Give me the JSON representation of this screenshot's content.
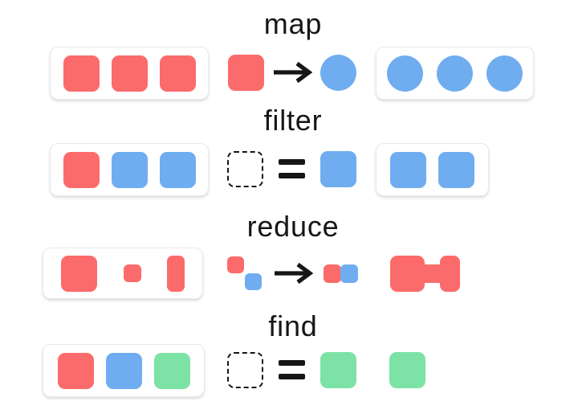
{
  "palette": {
    "red": "#FC6B6B",
    "blue": "#6FADF0",
    "green": "#7CE2A6",
    "ink": "#161616",
    "card_bg": "#FFFFFF",
    "card_border": "#E9E9E9"
  },
  "rows": [
    {
      "title": "map",
      "input": {
        "card": true,
        "items": [
          {
            "type": "square",
            "color": "red"
          },
          {
            "type": "square",
            "color": "red"
          },
          {
            "type": "square",
            "color": "red"
          }
        ]
      },
      "op": {
        "items": [
          {
            "type": "square",
            "color": "red"
          },
          {
            "type": "symbol",
            "symbol": "arrow"
          },
          {
            "type": "circle",
            "color": "blue"
          }
        ]
      },
      "output": {
        "card": true,
        "items": [
          {
            "type": "circle",
            "color": "blue"
          },
          {
            "type": "circle",
            "color": "blue"
          },
          {
            "type": "circle",
            "color": "blue"
          }
        ]
      }
    },
    {
      "title": "filter",
      "input": {
        "card": true,
        "items": [
          {
            "type": "square",
            "color": "red"
          },
          {
            "type": "square",
            "color": "blue"
          },
          {
            "type": "square",
            "color": "blue"
          }
        ]
      },
      "op": {
        "items": [
          {
            "type": "dashed-square"
          },
          {
            "type": "symbol",
            "symbol": "equals"
          },
          {
            "type": "square",
            "color": "blue"
          }
        ]
      },
      "output": {
        "card": true,
        "items": [
          {
            "type": "square",
            "color": "blue"
          },
          {
            "type": "square",
            "color": "blue"
          }
        ]
      }
    },
    {
      "title": "reduce",
      "input": {
        "card": true,
        "items": [
          {
            "type": "square",
            "color": "red"
          },
          {
            "type": "small-square",
            "color": "red"
          },
          {
            "type": "tall-rect",
            "color": "red"
          }
        ]
      },
      "op": {
        "items": [
          {
            "type": "diagonal-pair",
            "colors": [
              "red",
              "blue"
            ]
          },
          {
            "type": "symbol",
            "symbol": "arrow"
          },
          {
            "type": "joined-pair",
            "colors": [
              "red",
              "blue"
            ]
          }
        ]
      },
      "output": {
        "card": false,
        "items": [
          {
            "type": "dumbbell",
            "color": "red"
          }
        ]
      }
    },
    {
      "title": "find",
      "input": {
        "card": true,
        "items": [
          {
            "type": "square",
            "color": "red"
          },
          {
            "type": "square",
            "color": "blue"
          },
          {
            "type": "square",
            "color": "green"
          }
        ]
      },
      "op": {
        "items": [
          {
            "type": "dashed-square"
          },
          {
            "type": "symbol",
            "symbol": "equals"
          },
          {
            "type": "square",
            "color": "green"
          }
        ]
      },
      "output": {
        "card": false,
        "items": [
          {
            "type": "square",
            "color": "green"
          }
        ]
      }
    }
  ]
}
